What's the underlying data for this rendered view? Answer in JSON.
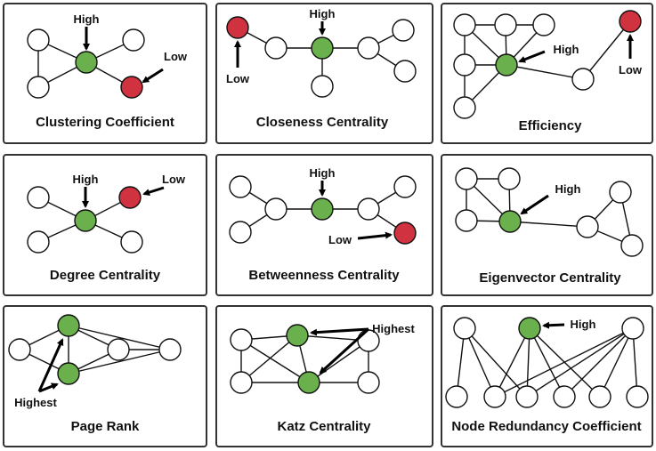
{
  "colors": {
    "high": "#6ab04c",
    "low": "#d0323f",
    "plain": "#ffffff",
    "stroke": "#111111"
  },
  "panels": [
    {
      "title": "Clustering Coefficient",
      "annotations": [
        "High",
        "Low"
      ]
    },
    {
      "title": "Closeness Centrality",
      "annotations": [
        "High",
        "Low"
      ]
    },
    {
      "title": "Efficiency",
      "annotations": [
        "High",
        "Low"
      ]
    },
    {
      "title": "Degree Centrality",
      "annotations": [
        "High",
        "Low"
      ]
    },
    {
      "title": "Betweenness Centrality",
      "annotations": [
        "High",
        "Low"
      ]
    },
    {
      "title": "Eigenvector Centrality",
      "annotations": [
        "High"
      ]
    },
    {
      "title": "Page Rank",
      "annotations": [
        "Highest"
      ]
    },
    {
      "title": "Katz Centrality",
      "annotations": [
        "Highest"
      ]
    },
    {
      "title": "Node Redundancy Coefficient",
      "annotations": [
        "High"
      ]
    }
  ]
}
